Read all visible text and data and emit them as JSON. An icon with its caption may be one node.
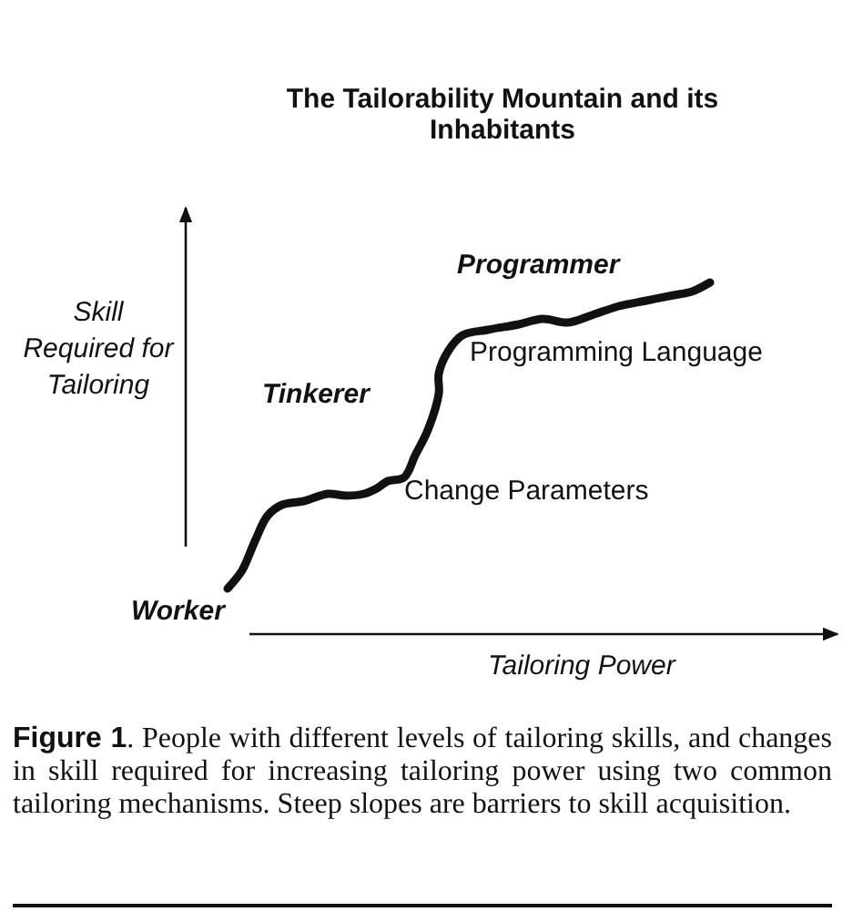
{
  "diagram": {
    "title": "The Tailorability Mountain and its Inhabitants",
    "caption": "**Figure 1**. People with different levels of tailoring skills, and changes in skill required for increasing tailoring power using two common tailoring mechanisms.  Steep slopes are barriers to skill acquisition.",
    "labels": [
      "Skill Required for Tailoring",
      "Programmer",
      "Programming Language",
      "Tinkerer",
      "Change Parameters",
      "Worker",
      "Tailoring Power"
    ]
  }
}
